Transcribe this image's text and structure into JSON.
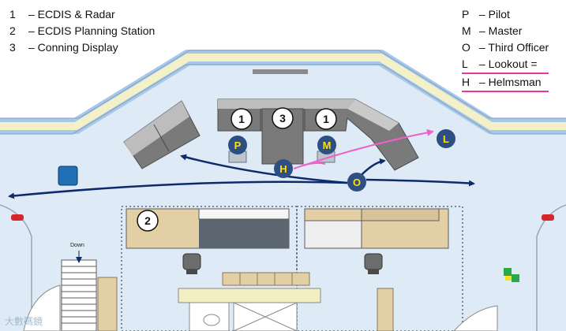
{
  "legend_left": [
    {
      "key": "1",
      "desc": "– ECDIS & Radar"
    },
    {
      "key": "2",
      "desc": "– ECDIS Planning Station"
    },
    {
      "key": "3",
      "desc": "– Conning Display"
    }
  ],
  "legend_right": [
    {
      "key": "P",
      "desc": "– Pilot",
      "underline": false
    },
    {
      "key": "M",
      "desc": "– Master",
      "underline": false
    },
    {
      "key": "O",
      "desc": "– Third Officer",
      "underline": false
    },
    {
      "key": "L",
      "desc": "– Lookout =",
      "underline": true
    },
    {
      "key": "H",
      "desc": "– Helmsman",
      "underline": true
    }
  ],
  "console_markers": {
    "ecdis_radar_a": "1",
    "conning": "3",
    "ecdis_radar_b": "1",
    "planning": "2"
  },
  "persons": {
    "pilot": "P",
    "master": "M",
    "helmsman": "H",
    "third_officer": "O",
    "lookout": "L"
  },
  "stairs_label": "Down",
  "watermark": "大數碼鏡",
  "colors": {
    "floor": "#dfeaf7",
    "window_frame": "#a8c8e8",
    "window_glass": "#f4f1c8",
    "console": "#7a7a7a",
    "console_top": "#bdbdbd",
    "person": "#2d4f83",
    "person_text": "#ffe100",
    "arrow_blue": "#0d2b6b",
    "arrow_pink": "#f060c8",
    "desk_wood": "#e3cfa6",
    "underline": "#e6399b"
  }
}
